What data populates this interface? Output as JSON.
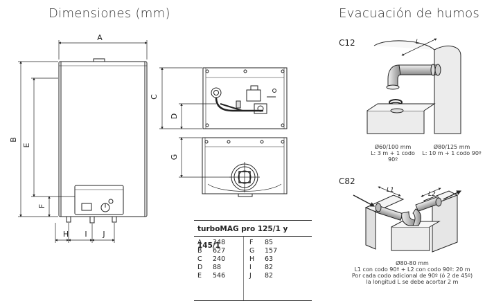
{
  "titles": {
    "dimensions": "Dimensiones (mm)",
    "evacuation": "Evacuación de humos"
  },
  "dimension_labels": {
    "A": "A",
    "B": "B",
    "C": "C",
    "D": "D",
    "E": "E",
    "F": "F",
    "G": "G",
    "H": "H",
    "I": "I",
    "J": "J"
  },
  "flue_labels": {
    "c12": "C12",
    "c82": "C82",
    "l": "L",
    "l1": "L1",
    "l2": "L2"
  },
  "c12_captions": {
    "left_line1": "Ø60/100 mm",
    "left_line2": "L: 3 m + 1 codo 90º",
    "right_line1": "Ø80/125 mm",
    "right_line2": "L: 10 m + 1 codo 90º"
  },
  "c82_caption": {
    "line1": "Ø80-80 mm",
    "line2": "L1 con codo 90º + L2 con codo 90º: 20 m",
    "line3": "Por cada codo adicional de 90º (ó 2 de 45º)",
    "line4": "la longitud L se debe acortar 2 m"
  },
  "spec_table": {
    "title": "turboMAG pro 125/1 y 145/1",
    "col1": [
      {
        "key": "A",
        "value": "348"
      },
      {
        "key": "B",
        "value": "627"
      },
      {
        "key": "C",
        "value": "240"
      },
      {
        "key": "D",
        "value": "88"
      },
      {
        "key": "E",
        "value": "546"
      }
    ],
    "col2": [
      {
        "key": "F",
        "value": "85"
      },
      {
        "key": "G",
        "value": "157"
      },
      {
        "key": "H",
        "value": "63"
      },
      {
        "key": "I",
        "value": "82"
      },
      {
        "key": "J",
        "value": "82"
      }
    ]
  }
}
